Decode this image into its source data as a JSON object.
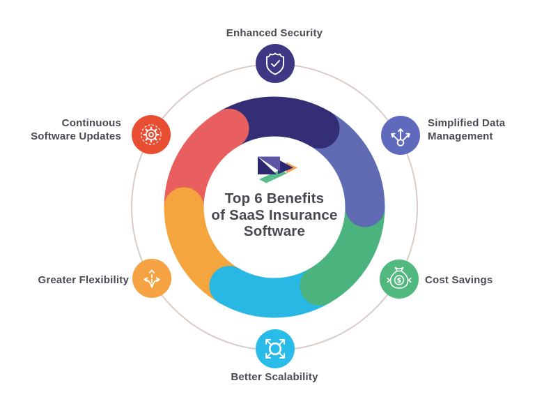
{
  "title": {
    "lines": [
      "Top 6 Benefits",
      "of SaaS Insurance",
      "Software"
    ]
  },
  "benefits": [
    {
      "label": "Enhanced Security",
      "lines": [
        "Enhanced Security"
      ],
      "icon": "shield-check-icon",
      "clock_position": "12"
    },
    {
      "label": "Simplified Data Management",
      "lines": [
        "Simplified Data",
        "Management"
      ],
      "icon": "branch-arrows-icon",
      "clock_position": "2"
    },
    {
      "label": "Cost Savings",
      "lines": [
        "Cost Savings"
      ],
      "icon": "money-bag-icon",
      "clock_position": "4"
    },
    {
      "label": "Better Scalability",
      "lines": [
        "Better Scalability"
      ],
      "icon": "expand-arrows-icon",
      "clock_position": "6"
    },
    {
      "label": "Greater Flexibility",
      "lines": [
        "Greater Flexibility"
      ],
      "icon": "flex-arrows-icon",
      "clock_position": "8"
    },
    {
      "label": "Continuous Software Updates",
      "lines": [
        "Continuous",
        "Software Updates"
      ],
      "icon": "gear-refresh-icon",
      "clock_position": "10"
    }
  ],
  "colors": {
    "background": "#FFFFFF",
    "text": "#4A4A54",
    "title_text": "#47474F",
    "guide_circle": "#D9CBC7",
    "ring": {
      "navy": "#332E76",
      "periwinkle": "#5F6CB4",
      "green": "#4BB37D",
      "cyan": "#29B7E3",
      "orange": "#F5A53E",
      "red": "#E95F5F"
    },
    "icon_circles": {
      "shield": "#3E3784",
      "branch": "#5F6ABD",
      "money": "#52B97E",
      "expand": "#29BCE8",
      "flex": "#F5A243",
      "gear": "#E94E33"
    },
    "logo": {
      "purple": "#5E54A4",
      "indigo": "#2D2970",
      "green": "#58BD8B",
      "orange": "#F59D50"
    }
  },
  "logo": {
    "name": "origami-bird-logo"
  }
}
